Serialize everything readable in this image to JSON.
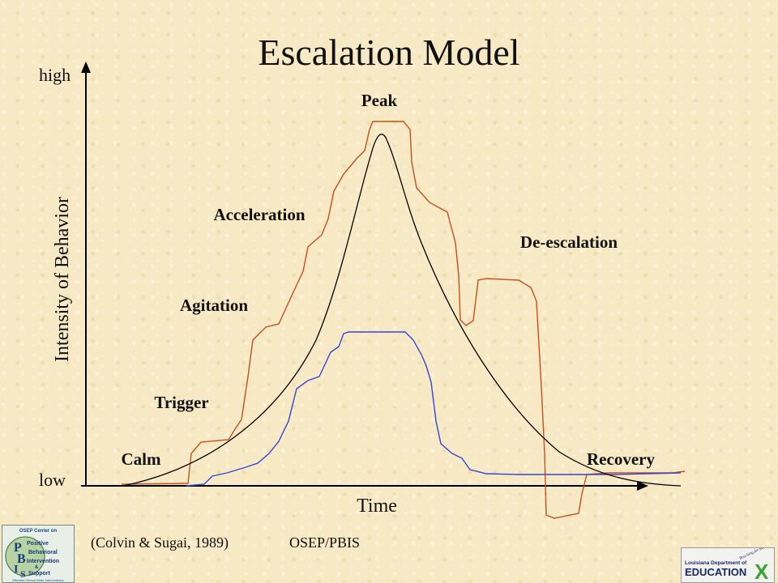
{
  "title": "Escalation Model",
  "axes": {
    "y_high": "high",
    "y_low": "low",
    "y_label": "Intensity of Behavior",
    "x_label": "Time"
  },
  "phases": {
    "calm": "Calm",
    "trigger": "Trigger",
    "agitation": "Agitation",
    "acceleration": "Acceleration",
    "peak": "Peak",
    "deescalation": "De-escalation",
    "recovery": "Recovery"
  },
  "citation": {
    "ref": "(Colvin & Sugai, 1989)",
    "org": "OSEP/PBIS"
  },
  "logos": {
    "left_header": "OSEP Center on",
    "left_words": [
      "Positive",
      "Behavioral",
      "Intervention",
      "&",
      "Support"
    ],
    "left_footer": "Effective School-Wide Interventions",
    "right_name": "Louisiana Department of",
    "right_main": "EDUCATION",
    "right_tagline": "Reaching for Results"
  },
  "colors": {
    "main_curve": "#000000",
    "orange_curve": "#c8501e",
    "blue_curve": "#3344dd",
    "axis": "#000000"
  }
}
